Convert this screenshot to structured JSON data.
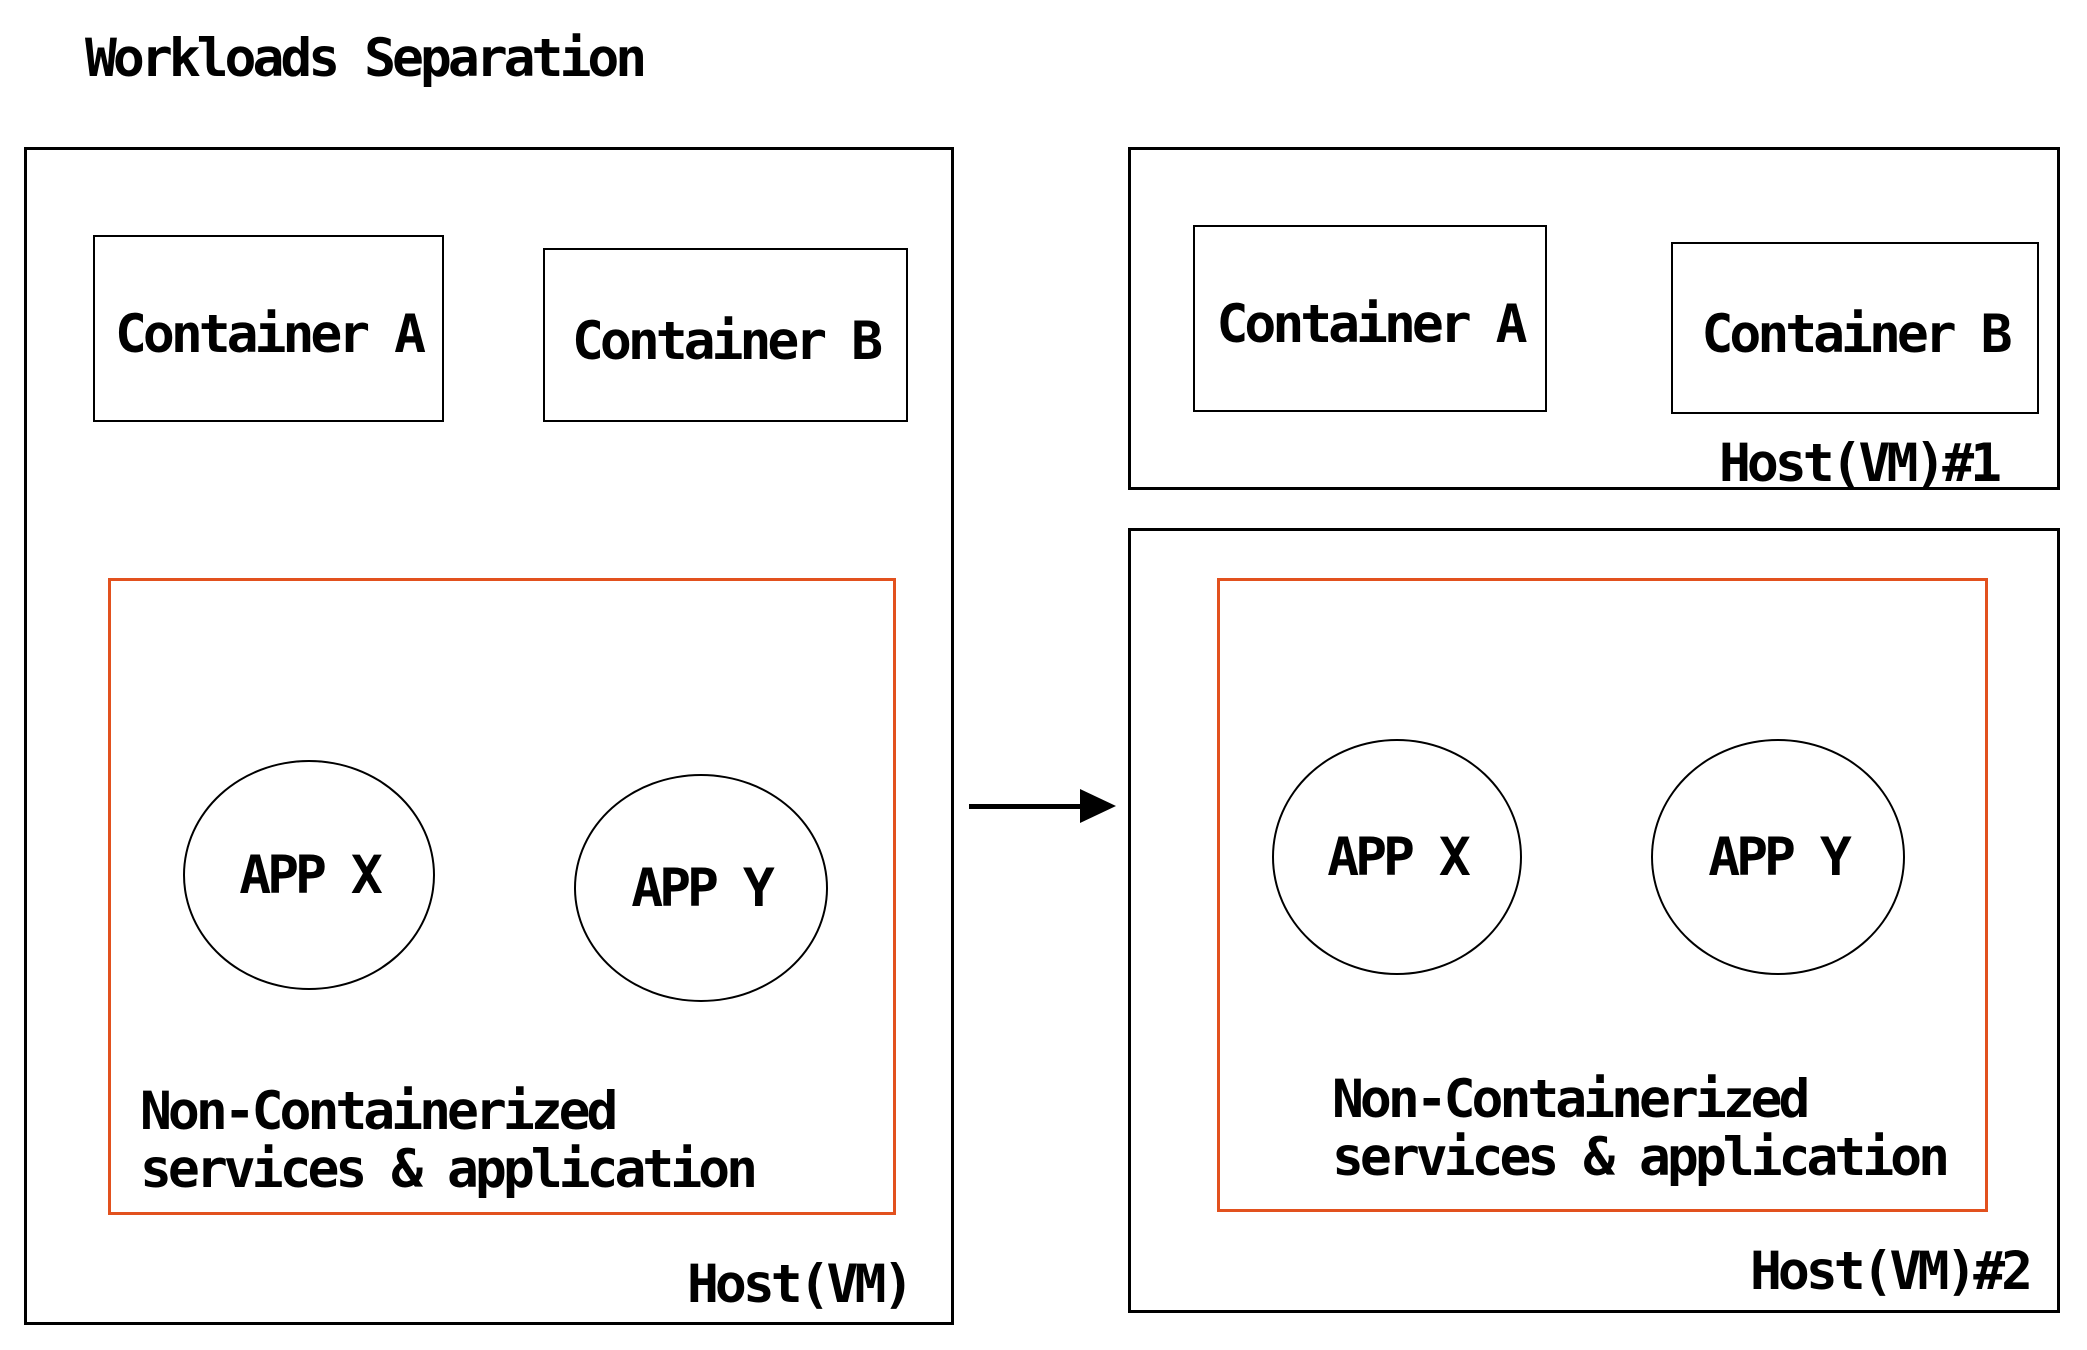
{
  "title": "Workloads Separation",
  "colors": {
    "background": "#ffffff",
    "line": "#000000",
    "accent_orange": "#e2511e"
  },
  "source_host": {
    "label": "Host(VM)",
    "containers": [
      {
        "label": "Container A"
      },
      {
        "label": "Container B"
      }
    ],
    "non_containerized_group": {
      "caption_line1": "Non-Containerized",
      "caption_line2": "services & application",
      "apps": [
        {
          "label": "APP X"
        },
        {
          "label": "APP Y"
        }
      ]
    }
  },
  "migration_arrow": {
    "direction": "right"
  },
  "target_hosts": {
    "host1": {
      "label": "Host(VM)#1",
      "containers": [
        {
          "label": "Container A"
        },
        {
          "label": "Container B"
        }
      ]
    },
    "host2": {
      "label": "Host(VM)#2",
      "non_containerized_group": {
        "caption_line1": "Non-Containerized",
        "caption_line2": "services & application",
        "apps": [
          {
            "label": "APP X"
          },
          {
            "label": "APP Y"
          }
        ]
      }
    }
  }
}
